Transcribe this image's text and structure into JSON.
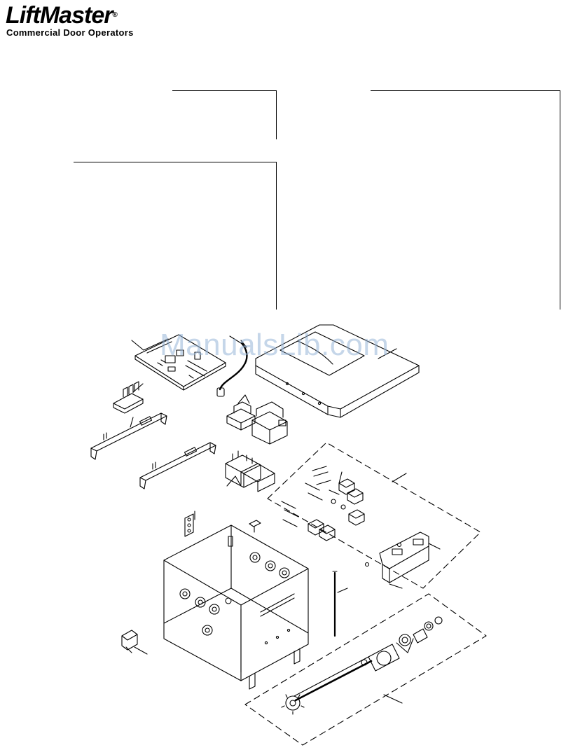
{
  "brand": {
    "name": "LiftMaster",
    "registered": "®",
    "tagline": "Commercial Door Operators"
  },
  "watermark": "ManualsLib.com",
  "colors": {
    "ink": "#000000",
    "watermark": "#9bb4d6",
    "background": "#ffffff"
  }
}
